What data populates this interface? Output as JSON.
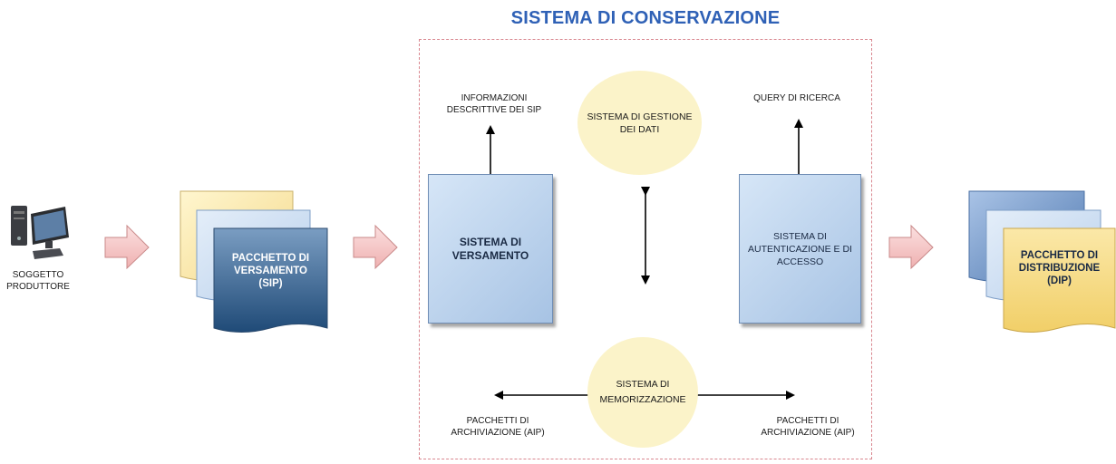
{
  "title": "SISTEMA DI CONSERVAZIONE",
  "producer": {
    "label_line1": "SOGGETTO",
    "label_line2": "PRODUTTORE"
  },
  "sip_package": {
    "line1": "PACCHETTO DI",
    "line2": "VERSAMENTO",
    "line3": "(SIP)"
  },
  "dip_package": {
    "line1": "PACCHETTO DI",
    "line2": "DISTRIBUZIONE",
    "line3": "(DIP)"
  },
  "ingest_box": {
    "line1": "SISTEMA DI",
    "line2": "VERSAMENTO"
  },
  "access_box": {
    "line1": "SISTEMA DI",
    "line2": "AUTENTICAZIONE E DI",
    "line3": "ACCESSO"
  },
  "data_mgmt": {
    "line1": "SISTEMA DI GESTIONE",
    "line2": "DEI DATI"
  },
  "storage": {
    "line1": "SISTEMA DI",
    "line2": "MEMORIZZAZIONE"
  },
  "labels": {
    "sip_info_line1": "INFORMAZIONI",
    "sip_info_line2": "DESCRITTIVE DEI SIP",
    "query": "QUERY DI RICERCA",
    "aip_left_line1": "PACCHETTI DI",
    "aip_left_line2": "ARCHIVIAZIONE (AIP)",
    "aip_right_line1": "PACCHETTI DI",
    "aip_right_line2": "ARCHIVIAZIONE (AIP)"
  },
  "colors": {
    "title": "#2f61b6",
    "frame": "#d9878f",
    "box_fill": "#b7cfeb",
    "circle_fill": "#fbf3c9",
    "flow_arrow": "#f6c9c9",
    "sip_front": "#2e5a86",
    "dip_front": "#f3d47a"
  },
  "icons": [
    "computer-workstation-icon",
    "flow-arrow-icon",
    "document-stack-icon"
  ]
}
